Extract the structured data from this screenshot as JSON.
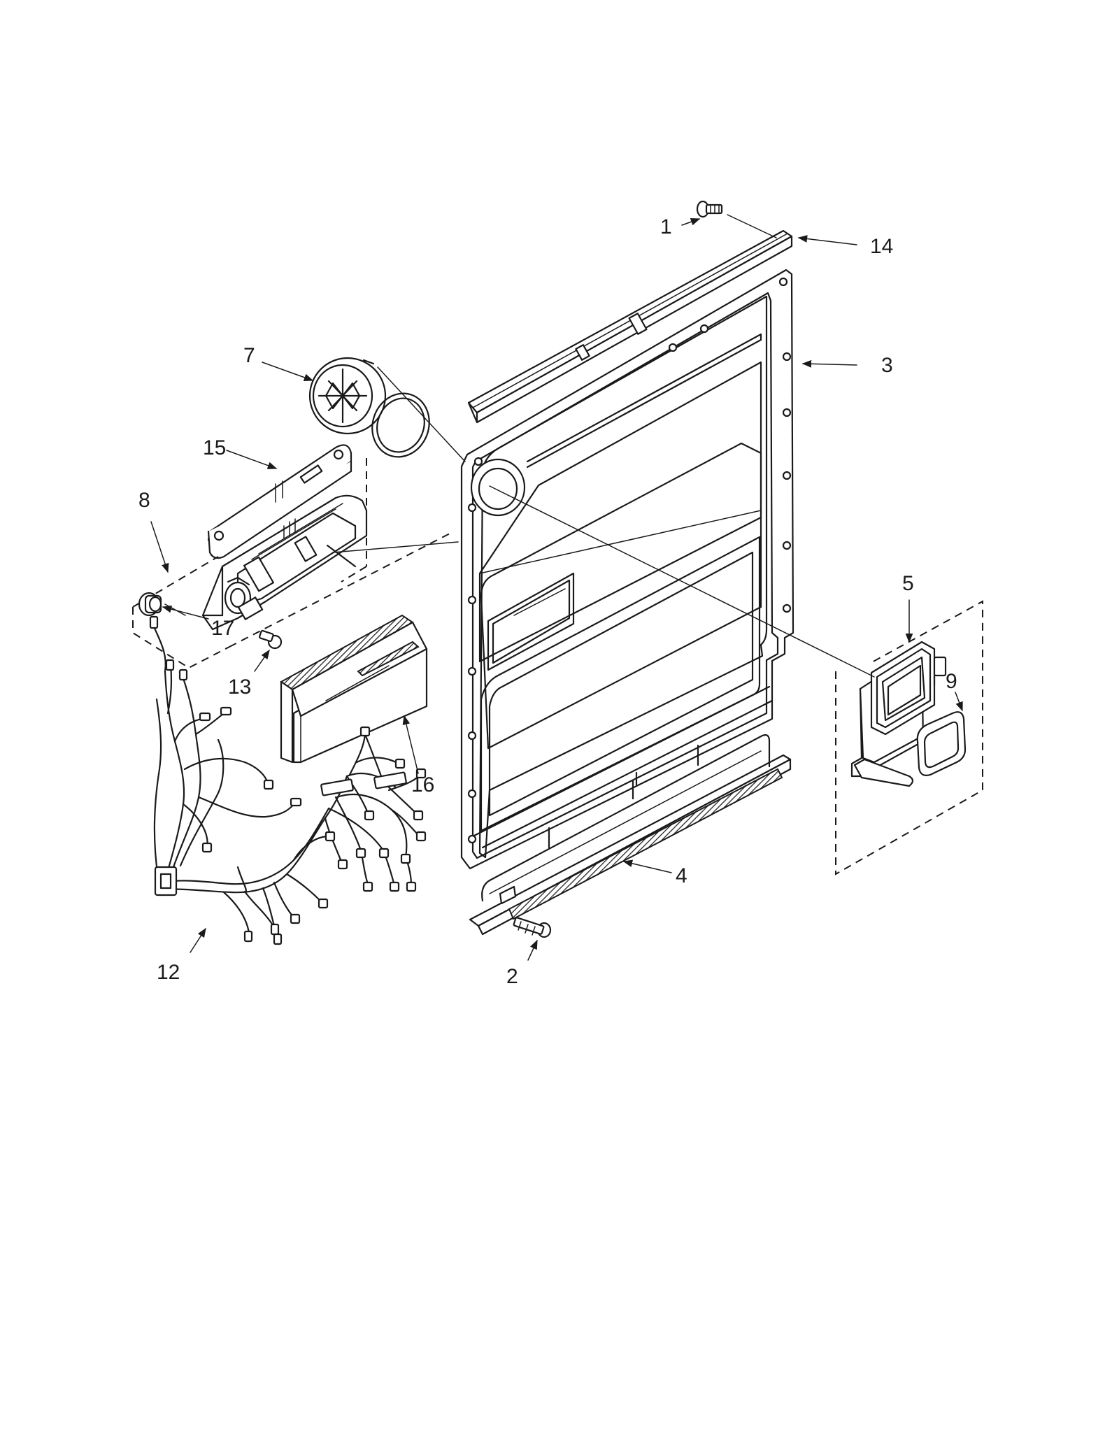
{
  "diagram": {
    "callouts": [
      {
        "id": "c1",
        "text": "1"
      },
      {
        "id": "c2",
        "text": "2"
      },
      {
        "id": "c3",
        "text": "3"
      },
      {
        "id": "c4",
        "text": "4"
      },
      {
        "id": "c5",
        "text": "5"
      },
      {
        "id": "c7",
        "text": "7"
      },
      {
        "id": "c8",
        "text": "8"
      },
      {
        "id": "c9",
        "text": "9"
      },
      {
        "id": "c12",
        "text": "12"
      },
      {
        "id": "c13",
        "text": "13"
      },
      {
        "id": "c14",
        "text": "14"
      },
      {
        "id": "c15",
        "text": "15"
      },
      {
        "id": "c16",
        "text": "16"
      },
      {
        "id": "c17",
        "text": "17"
      }
    ]
  }
}
